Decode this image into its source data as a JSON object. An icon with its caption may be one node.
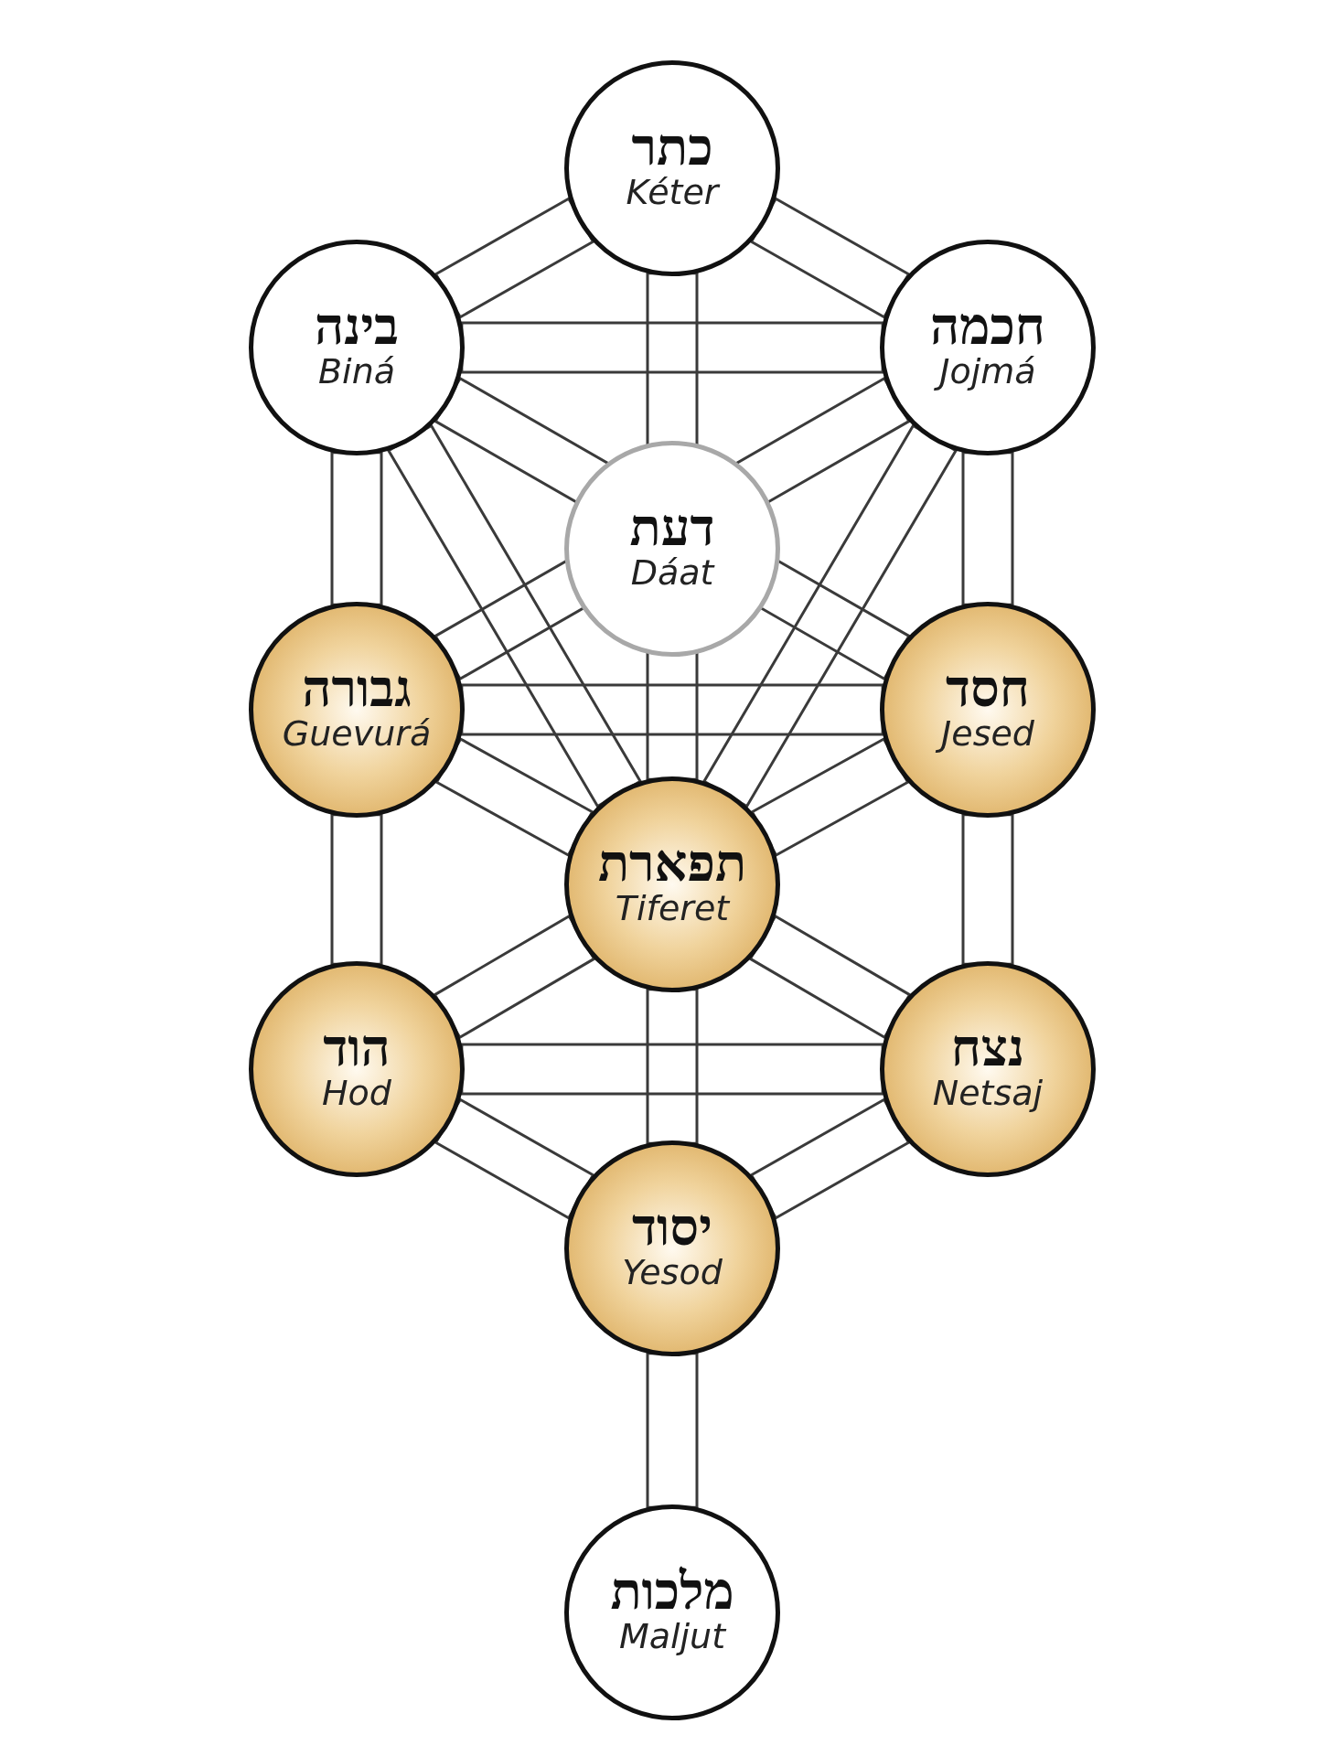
{
  "diagram": {
    "nodes": [
      {
        "text": [
          "כתר",
          "Kéter"
        ]
      },
      {
        "text": [
          "בינה",
          "Biná"
        ]
      },
      {
        "text": [
          "חכמה",
          "Jojmá"
        ]
      },
      {
        "text": [
          "דעת",
          "Dáat"
        ]
      },
      {
        "text": [
          "גבורה",
          "Guevurá"
        ]
      },
      {
        "text": [
          "חסד",
          "Jesed"
        ]
      },
      {
        "text": [
          "תפארת",
          "Tiferet"
        ]
      },
      {
        "text": [
          "הוד",
          "Hod"
        ]
      },
      {
        "text": [
          "נצח",
          "Netsaj"
        ]
      },
      {
        "text": [
          "יסוד",
          "Yesod"
        ]
      },
      {
        "text": [
          "מלכות",
          "Maljut"
        ]
      }
    ],
    "edges": [
      {
        "from": 0,
        "to": 1,
        "arrow": "none"
      },
      {
        "from": 0,
        "to": 2,
        "arrow": "none"
      },
      {
        "from": 0,
        "to": 6,
        "arrow": "none"
      },
      {
        "from": 1,
        "to": 2,
        "arrow": "none"
      },
      {
        "from": 1,
        "to": 4,
        "arrow": "none"
      },
      {
        "from": 2,
        "to": 5,
        "arrow": "none"
      },
      {
        "from": 1,
        "to": 5,
        "arrow": "none"
      },
      {
        "from": 2,
        "to": 4,
        "arrow": "none"
      },
      {
        "from": 1,
        "to": 6,
        "arrow": "none"
      },
      {
        "from": 2,
        "to": 6,
        "arrow": "none"
      },
      {
        "from": 4,
        "to": 5,
        "arrow": "none"
      },
      {
        "from": 4,
        "to": 6,
        "arrow": "none"
      },
      {
        "from": 5,
        "to": 6,
        "arrow": "none"
      },
      {
        "from": 4,
        "to": 7,
        "arrow": "none"
      },
      {
        "from": 5,
        "to": 8,
        "arrow": "none"
      },
      {
        "from": 7,
        "to": 6,
        "arrow": "none"
      },
      {
        "from": 8,
        "to": 6,
        "arrow": "none"
      },
      {
        "from": 7,
        "to": 8,
        "arrow": "none"
      },
      {
        "from": 6,
        "to": 9,
        "arrow": "none"
      },
      {
        "from": 7,
        "to": 9,
        "arrow": "none"
      },
      {
        "from": 8,
        "to": 9,
        "arrow": "none"
      },
      {
        "from": 9,
        "to": 10,
        "arrow": "none"
      }
    ]
  }
}
